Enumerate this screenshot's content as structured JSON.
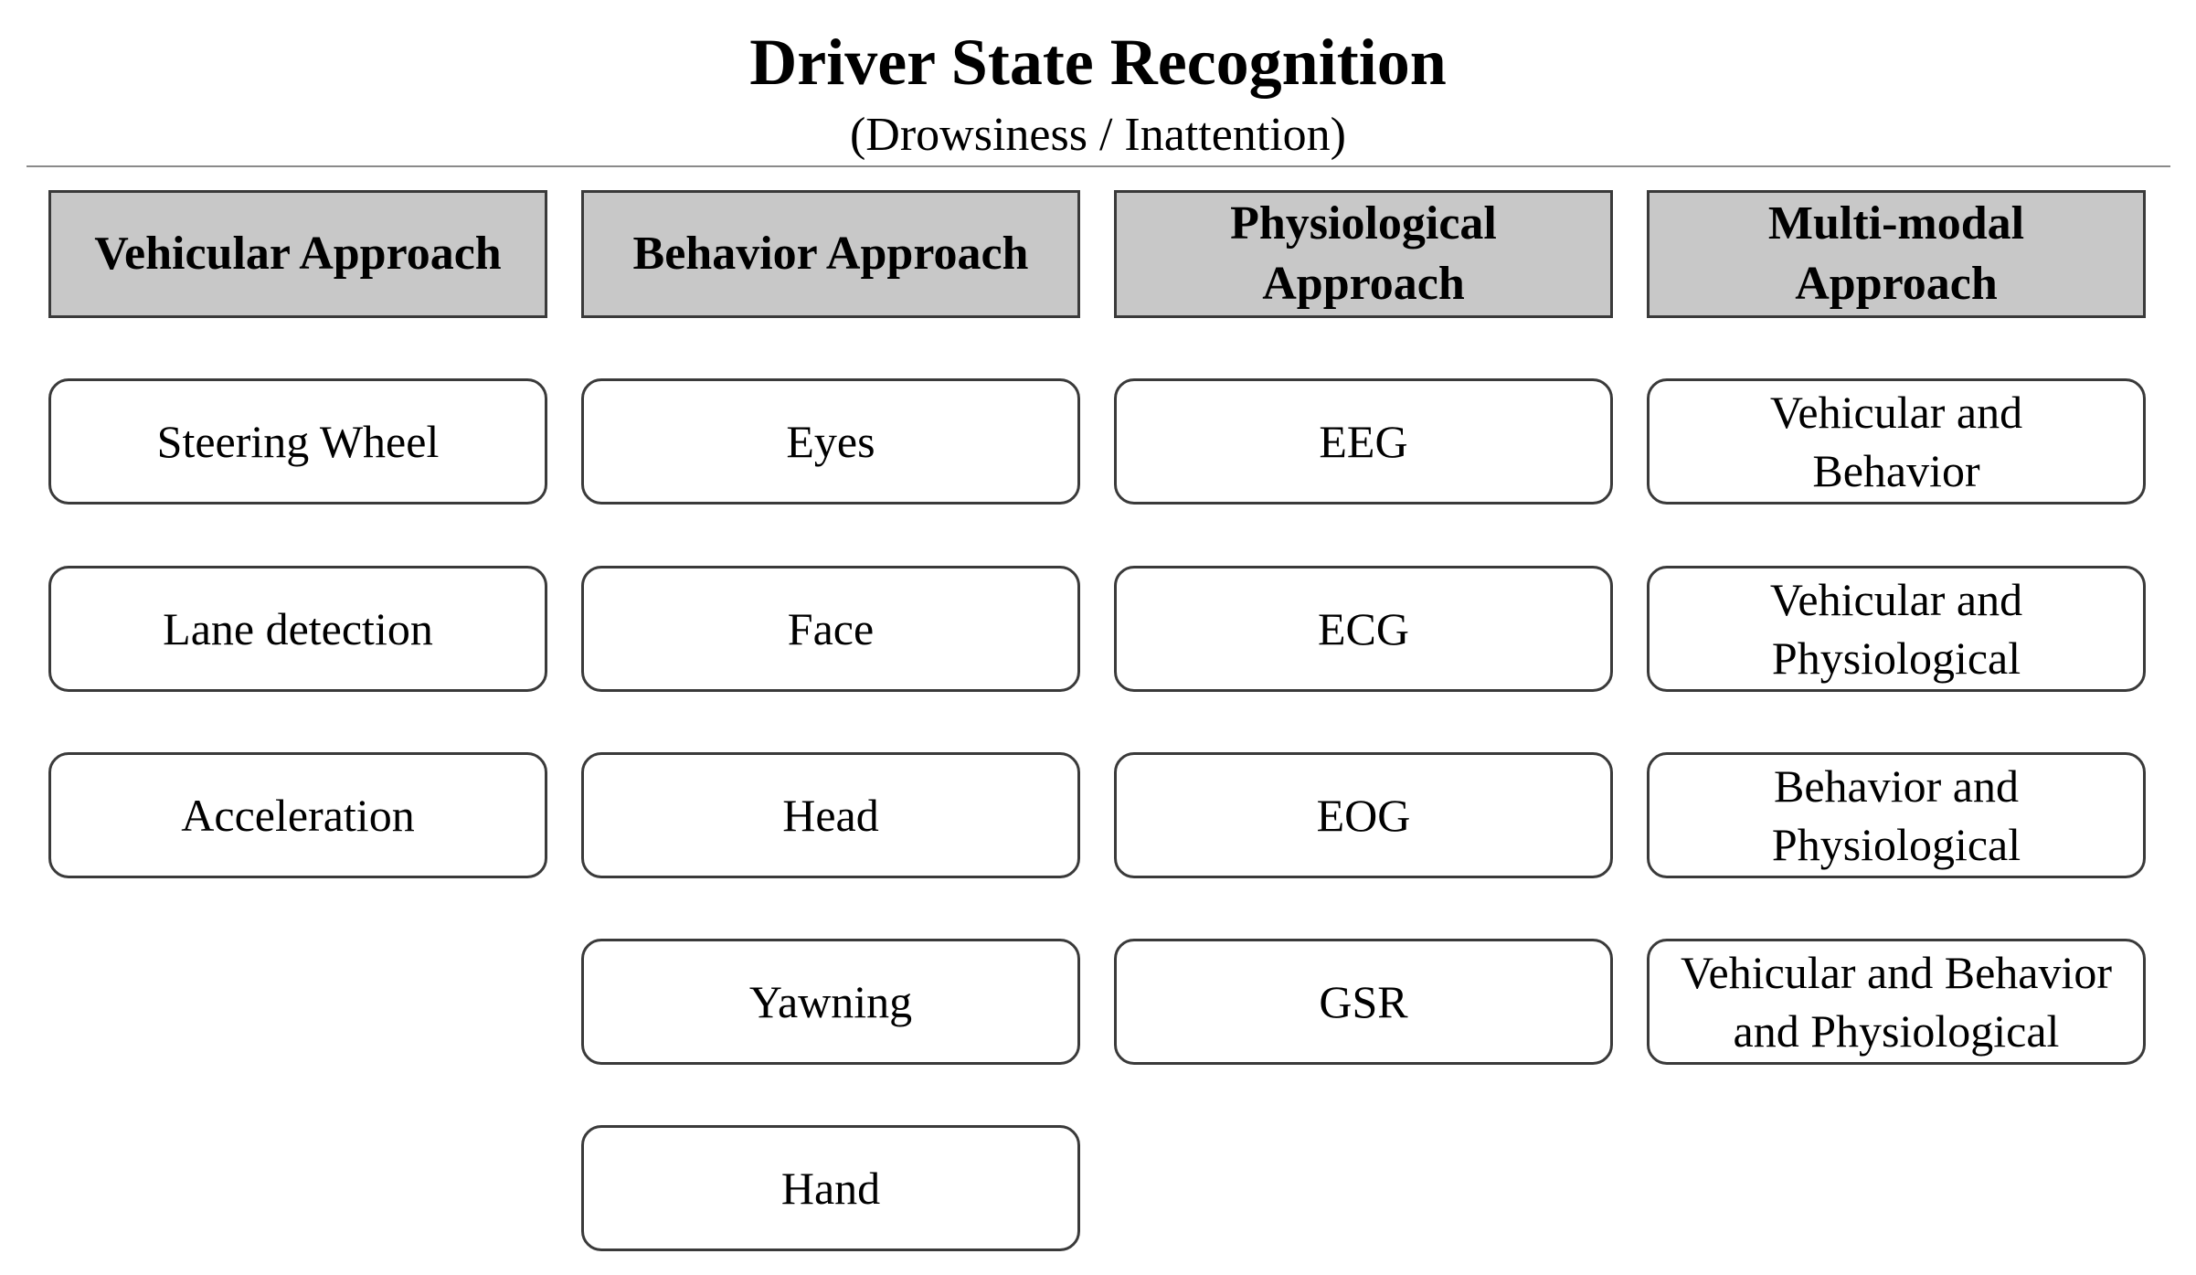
{
  "title": "Driver State Recognition",
  "subtitle": "(Drowsiness / Inattention)",
  "columns": [
    {
      "header": "Vehicular Approach",
      "items": [
        "Steering Wheel",
        "Lane detection",
        "Acceleration"
      ]
    },
    {
      "header": "Behavior Approach",
      "items": [
        "Eyes",
        "Face",
        "Head",
        "Yawning",
        "Hand"
      ]
    },
    {
      "header": "Physiological Approach",
      "items": [
        "EEG",
        "ECG",
        "EOG",
        "GSR"
      ]
    },
    {
      "header": "Multi-modal Approach",
      "items": [
        "Vehicular and Behavior",
        "Vehicular and Physiological",
        "Behavior and Physiological",
        "Vehicular and Behavior and Physiological"
      ]
    }
  ]
}
